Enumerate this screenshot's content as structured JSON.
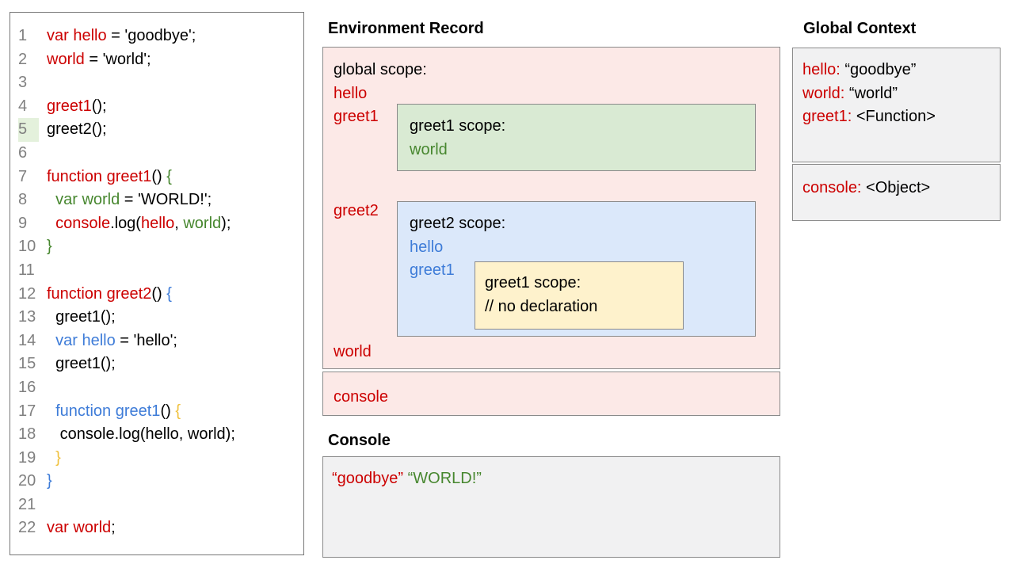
{
  "colors": {
    "red": "#cc0000",
    "green": "#47872f",
    "blue": "#3e7cd8",
    "yellow": "#f0c13d",
    "line_number": "#808080",
    "line_highlight": "#e4f1dc",
    "pink_bg": "#fce9e7",
    "green_bg": "#d9ead3",
    "blue_bg": "#dbe8fa",
    "yellow_bg": "#fef2cc",
    "gray_bg": "#f1f1f2",
    "border": "#8a8a8a"
  },
  "code_panel": {
    "lines": [
      {
        "num": "1",
        "highlight": false,
        "segments": [
          {
            "t": "var hello",
            "c": "r"
          },
          {
            "t": " = 'goodbye';",
            "c": "k"
          }
        ]
      },
      {
        "num": "2",
        "highlight": false,
        "segments": [
          {
            "t": "world",
            "c": "r"
          },
          {
            "t": " = 'world';",
            "c": "k"
          }
        ]
      },
      {
        "num": "3",
        "highlight": false,
        "segments": []
      },
      {
        "num": "4",
        "highlight": false,
        "segments": [
          {
            "t": "greet1",
            "c": "r"
          },
          {
            "t": "();",
            "c": "k"
          }
        ]
      },
      {
        "num": "5",
        "highlight": true,
        "segments": [
          {
            "t": "greet2();",
            "c": "k"
          }
        ]
      },
      {
        "num": "6",
        "highlight": false,
        "segments": []
      },
      {
        "num": "7",
        "highlight": false,
        "segments": [
          {
            "t": "function greet1",
            "c": "r"
          },
          {
            "t": "() ",
            "c": "k"
          },
          {
            "t": "{",
            "c": "g"
          }
        ]
      },
      {
        "num": "8",
        "highlight": false,
        "segments": [
          {
            "t": "  var world",
            "c": "g"
          },
          {
            "t": " = 'WORLD!';",
            "c": "k"
          }
        ]
      },
      {
        "num": "9",
        "highlight": false,
        "segments": [
          {
            "t": "  ",
            "c": "k"
          },
          {
            "t": "console",
            "c": "r"
          },
          {
            "t": ".log(",
            "c": "k"
          },
          {
            "t": "hello",
            "c": "r"
          },
          {
            "t": ", ",
            "c": "k"
          },
          {
            "t": "world",
            "c": "g"
          },
          {
            "t": ");",
            "c": "k"
          }
        ]
      },
      {
        "num": "10",
        "highlight": false,
        "segments": [
          {
            "t": "}",
            "c": "g"
          }
        ]
      },
      {
        "num": "11",
        "highlight": false,
        "segments": []
      },
      {
        "num": "12",
        "highlight": false,
        "segments": [
          {
            "t": "function greet2",
            "c": "r"
          },
          {
            "t": "() ",
            "c": "k"
          },
          {
            "t": "{",
            "c": "b"
          }
        ]
      },
      {
        "num": "13",
        "highlight": false,
        "segments": [
          {
            "t": "  greet1();",
            "c": "k"
          }
        ]
      },
      {
        "num": "14",
        "highlight": false,
        "segments": [
          {
            "t": "  var hello",
            "c": "b"
          },
          {
            "t": " = 'hello';",
            "c": "k"
          }
        ]
      },
      {
        "num": "15",
        "highlight": false,
        "segments": [
          {
            "t": "  greet1();",
            "c": "k"
          }
        ]
      },
      {
        "num": "16",
        "highlight": false,
        "segments": []
      },
      {
        "num": "17",
        "highlight": false,
        "segments": [
          {
            "t": "  function greet1",
            "c": "b"
          },
          {
            "t": "() ",
            "c": "k"
          },
          {
            "t": "{",
            "c": "y"
          }
        ]
      },
      {
        "num": "18",
        "highlight": false,
        "segments": [
          {
            "t": "   console.log(hello, world);",
            "c": "k"
          }
        ]
      },
      {
        "num": "19",
        "highlight": false,
        "segments": [
          {
            "t": "  }",
            "c": "y"
          }
        ]
      },
      {
        "num": "20",
        "highlight": false,
        "segments": [
          {
            "t": "}",
            "c": "b"
          }
        ]
      },
      {
        "num": "21",
        "highlight": false,
        "segments": []
      },
      {
        "num": "22",
        "highlight": false,
        "segments": [
          {
            "t": "var world",
            "c": "r"
          },
          {
            "t": ";",
            "c": "k"
          }
        ]
      }
    ]
  },
  "environment_record": {
    "title": "Environment Record",
    "global_scope": {
      "label": "global scope:",
      "vars": [
        "hello",
        "greet1",
        "greet2",
        "world"
      ]
    },
    "greet1_scope": {
      "label": "greet1 scope:",
      "vars": [
        "world"
      ]
    },
    "greet2_scope": {
      "label": "greet2 scope:",
      "vars": [
        "hello",
        "greet1"
      ]
    },
    "inner_greet1_scope": {
      "label": "greet1 scope:",
      "comment": "// no declaration"
    },
    "console_label": "console"
  },
  "console_panel": {
    "title": "Console",
    "entries": [
      {
        "t": "“goodbye”",
        "c": "r"
      },
      {
        "t": "“WORLD!”",
        "c": "g"
      }
    ]
  },
  "global_context": {
    "title": "Global Context",
    "bindings": [
      {
        "name": "hello:",
        "value": " “goodbye”"
      },
      {
        "name": "world:",
        "value": " “world”"
      },
      {
        "name": "greet1:",
        "value": " <Function>"
      }
    ],
    "console_binding": {
      "name": "console:",
      "value": " <Object>"
    }
  }
}
